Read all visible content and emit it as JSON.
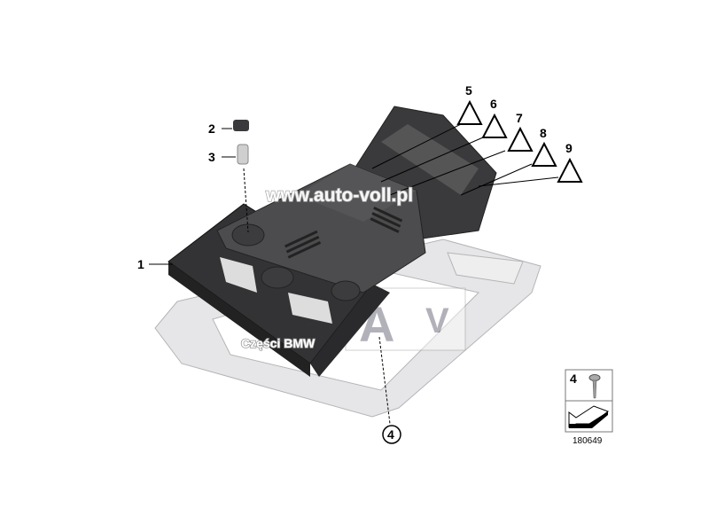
{
  "diagram": {
    "callouts": [
      "1",
      "2",
      "3",
      "5",
      "6",
      "7",
      "8",
      "9"
    ],
    "circled_callout": "4",
    "legend_box": {
      "label": "4",
      "icon": "screw-icon",
      "arrow_icon": "arrow-direction-icon"
    },
    "drawing_number": "180649",
    "watermark_url": "www.auto-voll.pl",
    "watermark_text": "Części BMW",
    "colors": {
      "module": "#4a4a4c",
      "module_dark": "#2e2e30",
      "frame": "#e4e4e6",
      "watermark_blue": "#5060a0"
    }
  }
}
